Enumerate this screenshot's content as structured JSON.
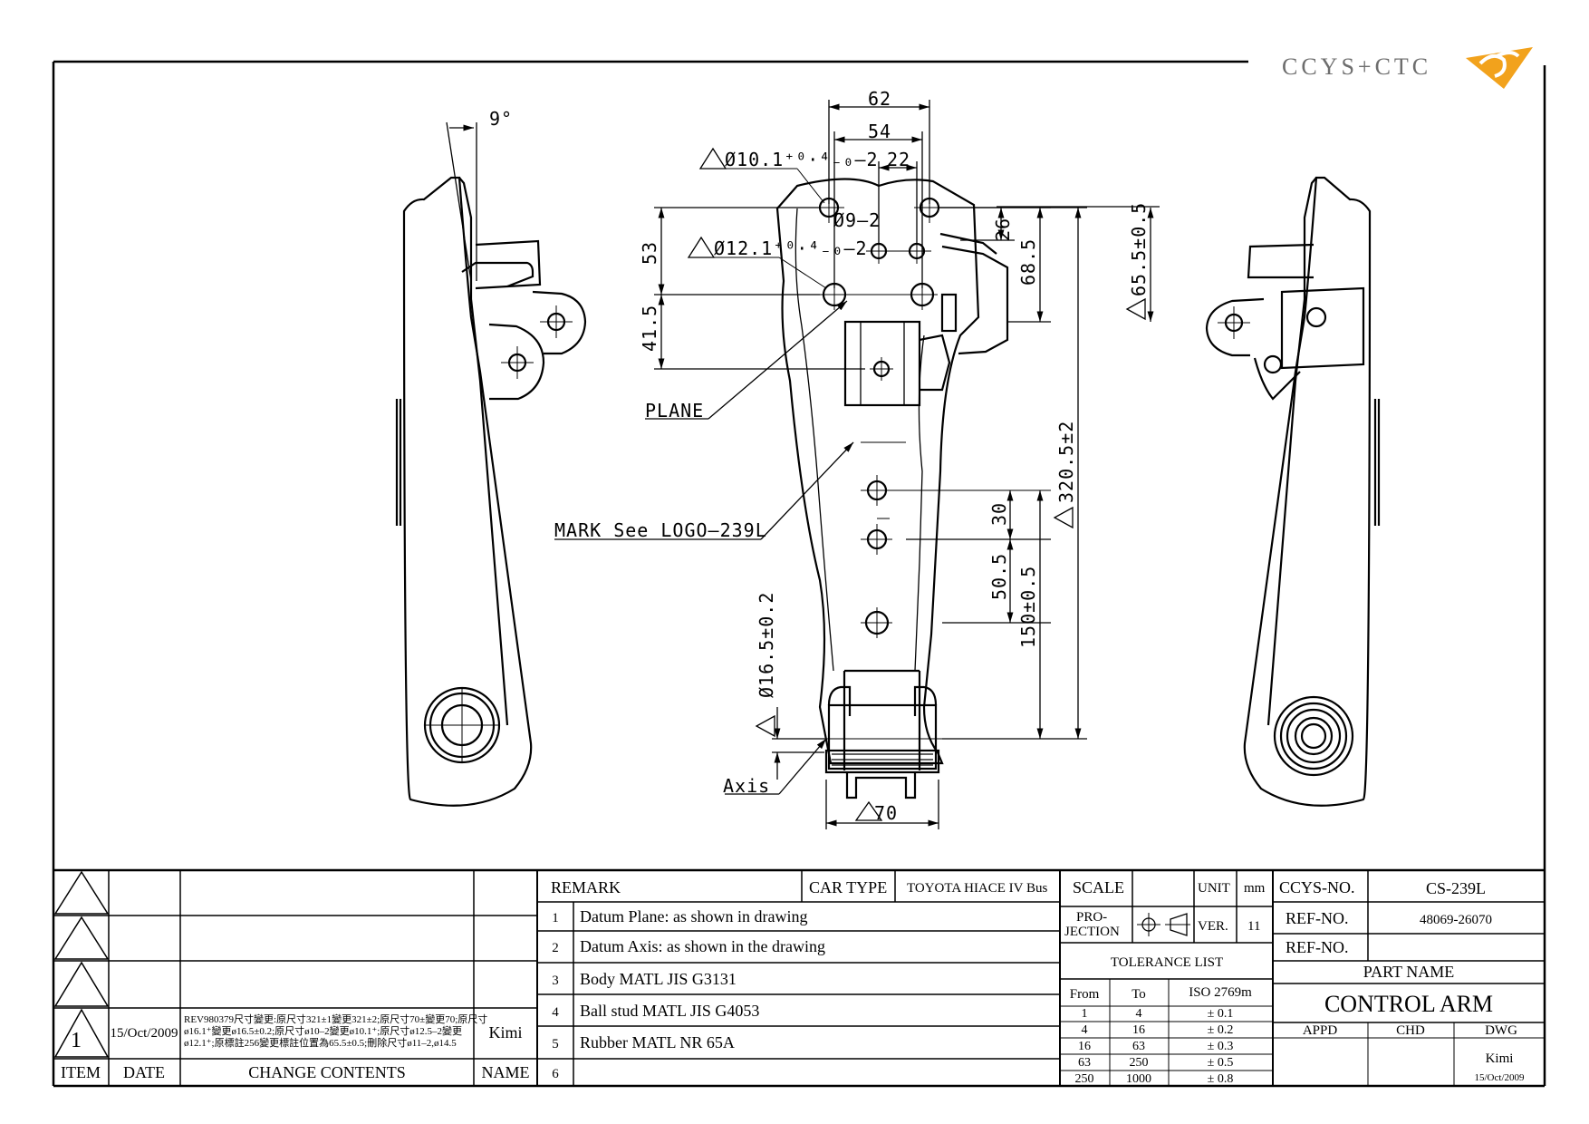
{
  "logo": {
    "text": "CCYS+CTC"
  },
  "drawing": {
    "dimensions": {
      "top_62": "62",
      "top_54": "54",
      "top_22": "22",
      "hole_10": "Ø10.1⁺⁰·⁴₋₀–2",
      "hole_9": "Ø9–2",
      "hole_12": "Ø12.1⁺⁰·⁴₋₀–2",
      "v53": "53",
      "v41_5": "41.5",
      "v26": "26",
      "v68_5": "68.5",
      "v65_5": "65.5±0.5",
      "v320_5": "320.5±2",
      "v30": "30",
      "v50_5": "50.5",
      "v150": "150±0.5",
      "v16_5": "Ø16.5±0.2",
      "b70": "70",
      "angle_9": "9°"
    },
    "labels": {
      "plane": "PLANE",
      "mark": "MARK See LOGO–239L",
      "axis": "Axis"
    }
  },
  "revision_block": {
    "rows": [
      {
        "item": "",
        "date": "",
        "contents": "",
        "name": ""
      },
      {
        "item": "",
        "date": "",
        "contents": "",
        "name": ""
      },
      {
        "item": "",
        "date": "",
        "contents": "",
        "name": ""
      },
      {
        "item": "1",
        "date": "15/Oct/2009",
        "contents_lines": [
          "REV980379尺寸變更:原尺寸321±1變更321±2;原尺寸70±變更70;原尺寸",
          "ø16.1⁺變更ø16.5±0.2;原尺寸ø10–2變更ø10.1⁺;原尺寸ø12.5–2變更",
          "ø12.1⁺;原標註256變更標註位置為65.5±0.5;刪除尺寸ø11–2,ø14.5"
        ],
        "name": "Kimi"
      }
    ],
    "headers": {
      "item": "ITEM",
      "date": "DATE",
      "contents": "CHANGE CONTENTS",
      "name": "NAME"
    }
  },
  "remarks": {
    "header": "REMARK",
    "car_type_label": "CAR TYPE",
    "car_type": "TOYOTA HIACE IV Bus",
    "items": [
      {
        "n": "1",
        "text": "Datum Plane: as shown in drawing"
      },
      {
        "n": "2",
        "text": "Datum Axis: as shown in the drawing"
      },
      {
        "n": "3",
        "text": "Body MATL JIS G3131"
      },
      {
        "n": "4",
        "text": "Ball stud MATL JIS G4053"
      },
      {
        "n": "5",
        "text": "Rubber MATL NR 65A"
      },
      {
        "n": "6",
        "text": ""
      }
    ]
  },
  "specs": {
    "scale_label": "SCALE",
    "scale_value": "",
    "unit_label": "UNIT",
    "unit_value": "mm",
    "projection_label_1": "PRO-",
    "projection_label_2": "JECTION",
    "ver_label": "VER.",
    "ver_value": "11",
    "tolerance_title": "TOLERANCE LIST",
    "tolerance_headers": {
      "from": "From",
      "to": "To",
      "iso": "ISO 2769m"
    },
    "tolerance_rows": [
      {
        "from": "1",
        "to": "4",
        "tol": "± 0.1"
      },
      {
        "from": "4",
        "to": "16",
        "tol": "± 0.2"
      },
      {
        "from": "16",
        "to": "63",
        "tol": "± 0.3"
      },
      {
        "from": "63",
        "to": "250",
        "tol": "± 0.5"
      },
      {
        "from": "250",
        "to": "1000",
        "tol": "± 0.8"
      }
    ]
  },
  "title_block": {
    "ccys_no_label": "CCYS-NO.",
    "ccys_no": "CS-239L",
    "ref_no_label": "REF-NO.",
    "ref_no": "48069-26070",
    "ref_no2_label": "REF-NO.",
    "ref_no2": "",
    "part_name_label": "PART NAME",
    "part_name": "CONTROL ARM",
    "appd_label": "APPD",
    "chd_label": "CHD",
    "dwg_label": "DWG",
    "dwg_name": "Kimi",
    "dwg_date": "15/Oct/2009"
  }
}
